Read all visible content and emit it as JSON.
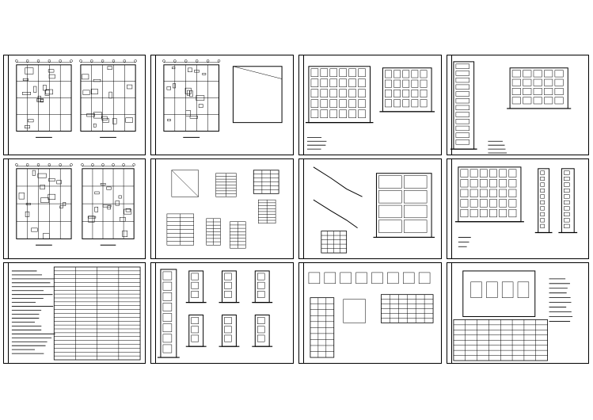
{
  "canvas": {
    "background": "#ffffff",
    "line_color": "#000000"
  },
  "sheets": [
    {
      "id": "sheet-1",
      "kind": "floor-plans-pair"
    },
    {
      "id": "sheet-2",
      "kind": "floor-plans-pair"
    },
    {
      "id": "sheet-3",
      "kind": "elevations"
    },
    {
      "id": "sheet-4",
      "kind": "section-elevation"
    },
    {
      "id": "sheet-5",
      "kind": "floor-plans-pair-detailed"
    },
    {
      "id": "sheet-6",
      "kind": "stair-details"
    },
    {
      "id": "sheet-7",
      "kind": "stair-sections"
    },
    {
      "id": "sheet-8",
      "kind": "elevation-section"
    },
    {
      "id": "sheet-9",
      "kind": "design-notes-text"
    },
    {
      "id": "sheet-10",
      "kind": "wall-details"
    },
    {
      "id": "sheet-11",
      "kind": "window-door-details"
    },
    {
      "id": "sheet-12",
      "kind": "structure-table"
    }
  ]
}
